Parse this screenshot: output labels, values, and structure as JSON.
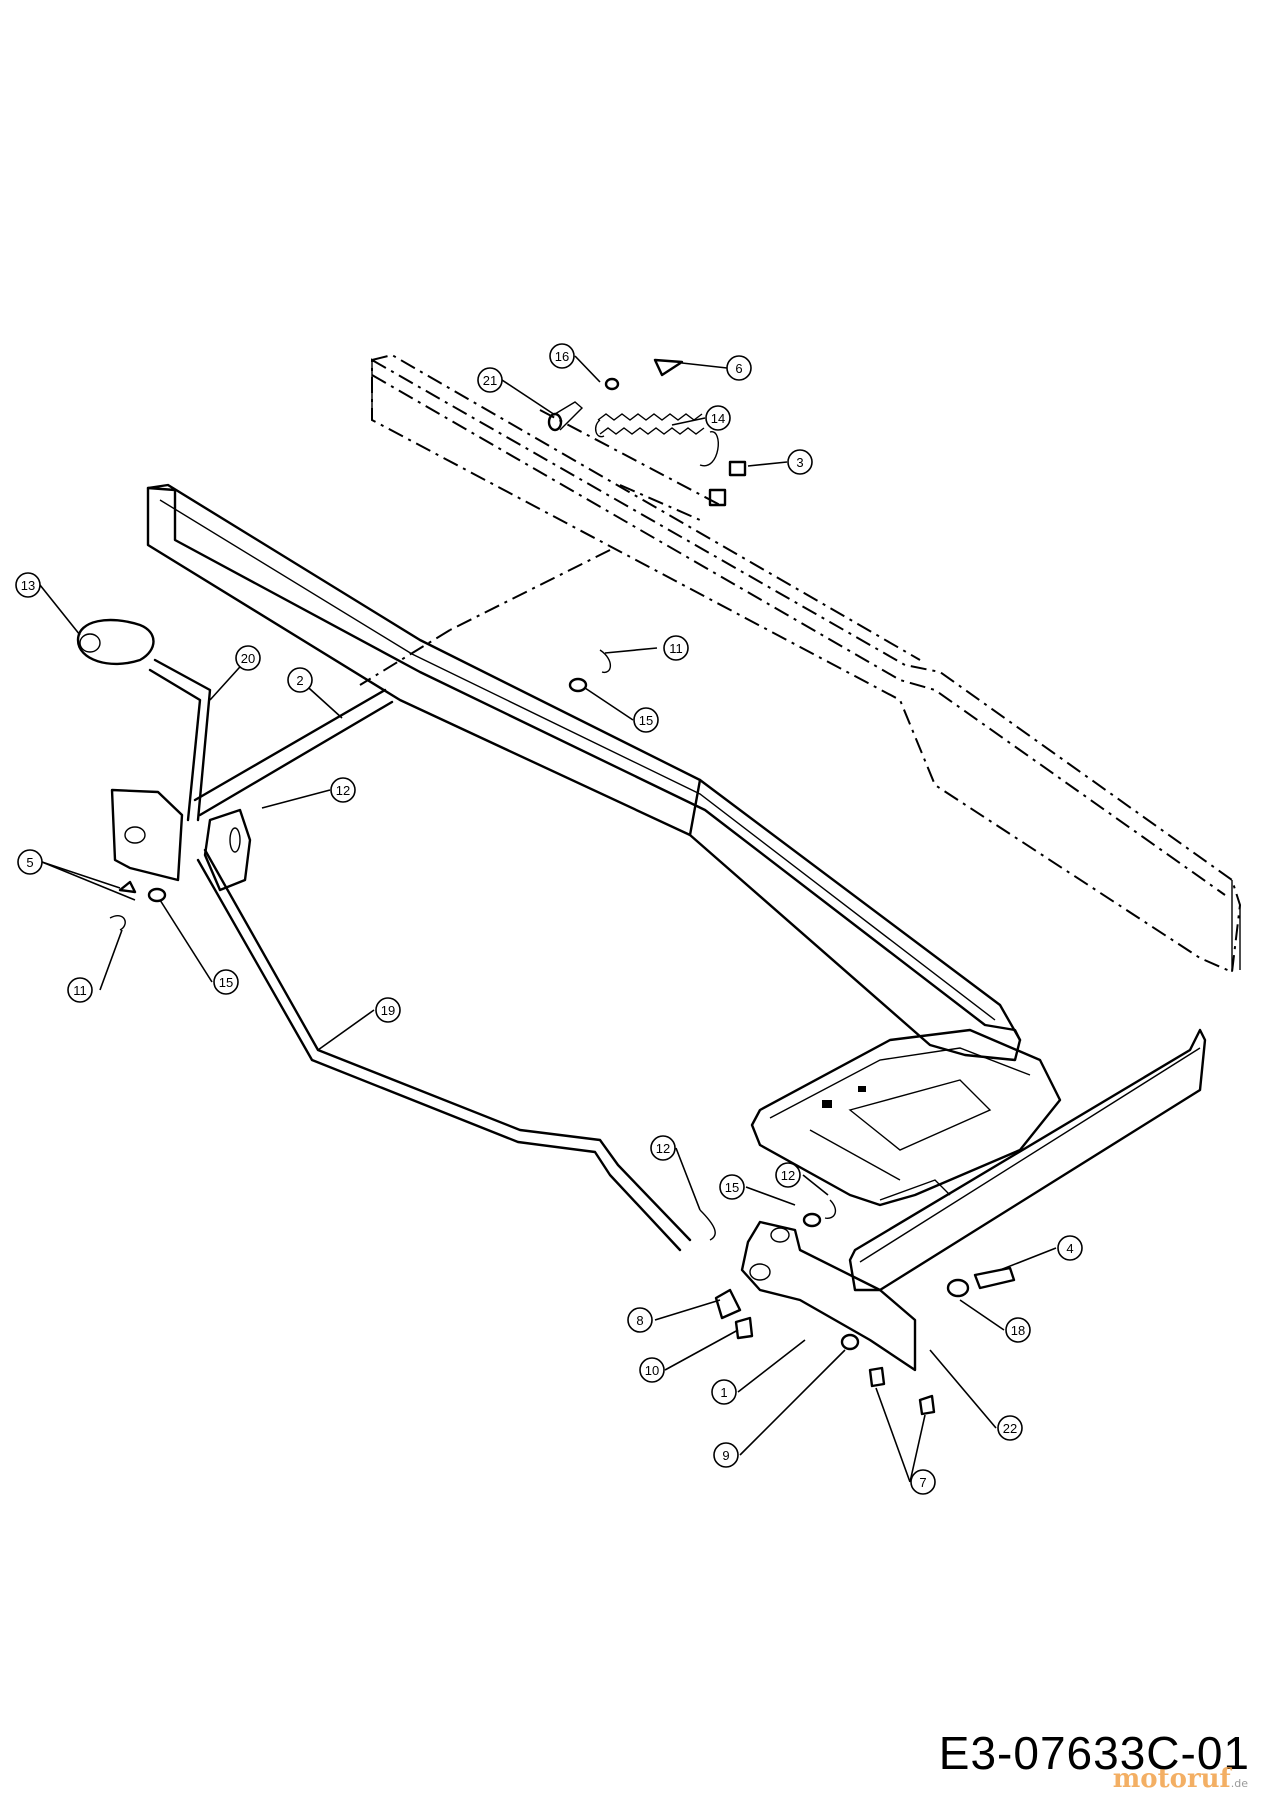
{
  "diagram": {
    "drawing_code": "E3-07633C-01",
    "watermark": "motoruf",
    "watermark_tld": ".de",
    "callouts": [
      {
        "id": "c-21",
        "label": "21"
      },
      {
        "id": "c-16",
        "label": "16"
      },
      {
        "id": "c-6",
        "label": "6"
      },
      {
        "id": "c-14",
        "label": "14"
      },
      {
        "id": "c-3",
        "label": "3"
      },
      {
        "id": "c-13",
        "label": "13"
      },
      {
        "id": "c-20",
        "label": "20"
      },
      {
        "id": "c-2",
        "label": "2"
      },
      {
        "id": "c-11a",
        "label": "11"
      },
      {
        "id": "c-15a",
        "label": "15"
      },
      {
        "id": "c-12a",
        "label": "12"
      },
      {
        "id": "c-5",
        "label": "5"
      },
      {
        "id": "c-11b",
        "label": "11"
      },
      {
        "id": "c-15b",
        "label": "15"
      },
      {
        "id": "c-19",
        "label": "19"
      },
      {
        "id": "c-12b",
        "label": "12"
      },
      {
        "id": "c-15c",
        "label": "15"
      },
      {
        "id": "c-12c",
        "label": "12"
      },
      {
        "id": "c-4",
        "label": "4"
      },
      {
        "id": "c-8",
        "label": "8"
      },
      {
        "id": "c-18",
        "label": "18"
      },
      {
        "id": "c-10",
        "label": "10"
      },
      {
        "id": "c-1",
        "label": "1"
      },
      {
        "id": "c-22",
        "label": "22"
      },
      {
        "id": "c-9",
        "label": "9"
      },
      {
        "id": "c-7",
        "label": "7"
      }
    ]
  }
}
